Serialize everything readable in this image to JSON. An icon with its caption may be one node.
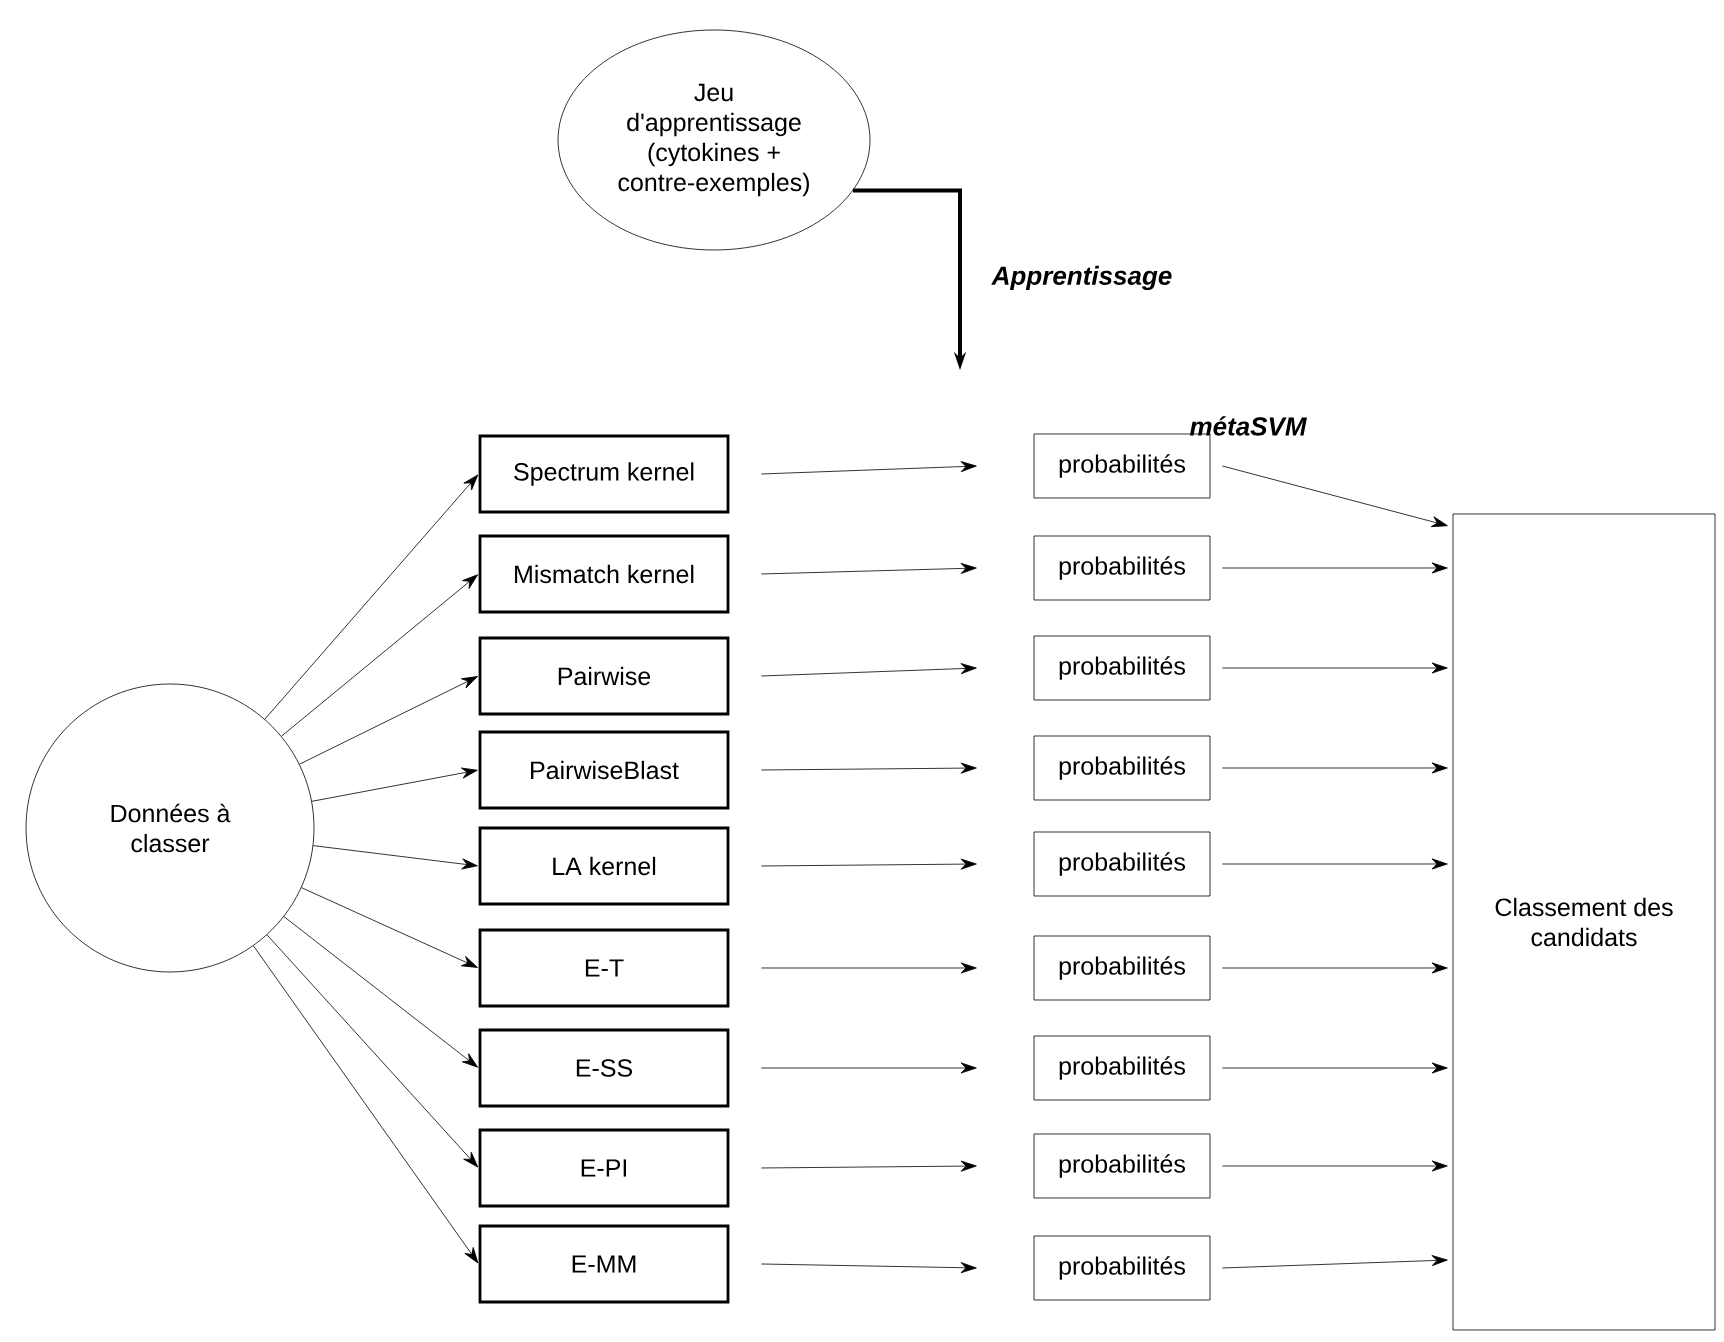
{
  "diagram": {
    "nodes": [
      {
        "text": [
          "Jeu d'apprentissage (cytokines + contre-exemples)"
        ]
      },
      {
        "text": [
          "Données à classer"
        ]
      },
      {
        "text": [
          "Spectrum kernel"
        ]
      },
      {
        "text": [
          "Mismatch kernel"
        ]
      },
      {
        "text": [
          "Pairwise"
        ]
      },
      {
        "text": [
          "PairwiseBlast"
        ]
      },
      {
        "text": [
          "LA kernel"
        ]
      },
      {
        "text": [
          "E-T"
        ]
      },
      {
        "text": [
          "E-SS"
        ]
      },
      {
        "text": [
          "E-PI"
        ]
      },
      {
        "text": [
          "E-MM"
        ]
      },
      {
        "text": [
          "probabilités"
        ]
      },
      {
        "text": [
          "probabilités"
        ]
      },
      {
        "text": [
          "probabilités"
        ]
      },
      {
        "text": [
          "probabilités"
        ]
      },
      {
        "text": [
          "probabilités"
        ]
      },
      {
        "text": [
          "probabilités"
        ]
      },
      {
        "text": [
          "probabilités"
        ]
      },
      {
        "text": [
          "probabilités"
        ]
      },
      {
        "text": [
          "probabilités"
        ]
      },
      {
        "text": [
          "Classement des candidats"
        ]
      }
    ],
    "edges": [
      {
        "from": 0,
        "to": null,
        "arrow": "to",
        "label": "Apprentissage",
        "style": "thick"
      },
      {
        "from": 1,
        "to": 2,
        "arrow": "to"
      },
      {
        "from": 1,
        "to": 3,
        "arrow": "to"
      },
      {
        "from": 1,
        "to": 4,
        "arrow": "to"
      },
      {
        "from": 1,
        "to": 5,
        "arrow": "to"
      },
      {
        "from": 1,
        "to": 6,
        "arrow": "to"
      },
      {
        "from": 1,
        "to": 7,
        "arrow": "to"
      },
      {
        "from": 1,
        "to": 8,
        "arrow": "to"
      },
      {
        "from": 1,
        "to": 9,
        "arrow": "to"
      },
      {
        "from": 1,
        "to": 10,
        "arrow": "to"
      },
      {
        "from": 2,
        "to": 11,
        "arrow": "to"
      },
      {
        "from": 3,
        "to": 12,
        "arrow": "to"
      },
      {
        "from": 4,
        "to": 13,
        "arrow": "to"
      },
      {
        "from": 5,
        "to": 14,
        "arrow": "to"
      },
      {
        "from": 6,
        "to": 15,
        "arrow": "to"
      },
      {
        "from": 7,
        "to": 16,
        "arrow": "to"
      },
      {
        "from": 8,
        "to": 17,
        "arrow": "to"
      },
      {
        "from": 9,
        "to": 18,
        "arrow": "to"
      },
      {
        "from": 10,
        "to": 19,
        "arrow": "to"
      },
      {
        "from": 11,
        "to": 20,
        "arrow": "to"
      },
      {
        "from": 12,
        "to": 20,
        "arrow": "to"
      },
      {
        "from": 13,
        "to": 20,
        "arrow": "to"
      },
      {
        "from": 14,
        "to": 20,
        "arrow": "to"
      },
      {
        "from": 15,
        "to": 20,
        "arrow": "to"
      },
      {
        "from": 16,
        "to": 20,
        "arrow": "to"
      },
      {
        "from": 17,
        "to": 20,
        "arrow": "to"
      },
      {
        "from": 18,
        "to": 20,
        "arrow": "to"
      },
      {
        "from": 19,
        "to": 20,
        "arrow": "to"
      }
    ],
    "labels": [
      "métaSVM"
    ]
  }
}
